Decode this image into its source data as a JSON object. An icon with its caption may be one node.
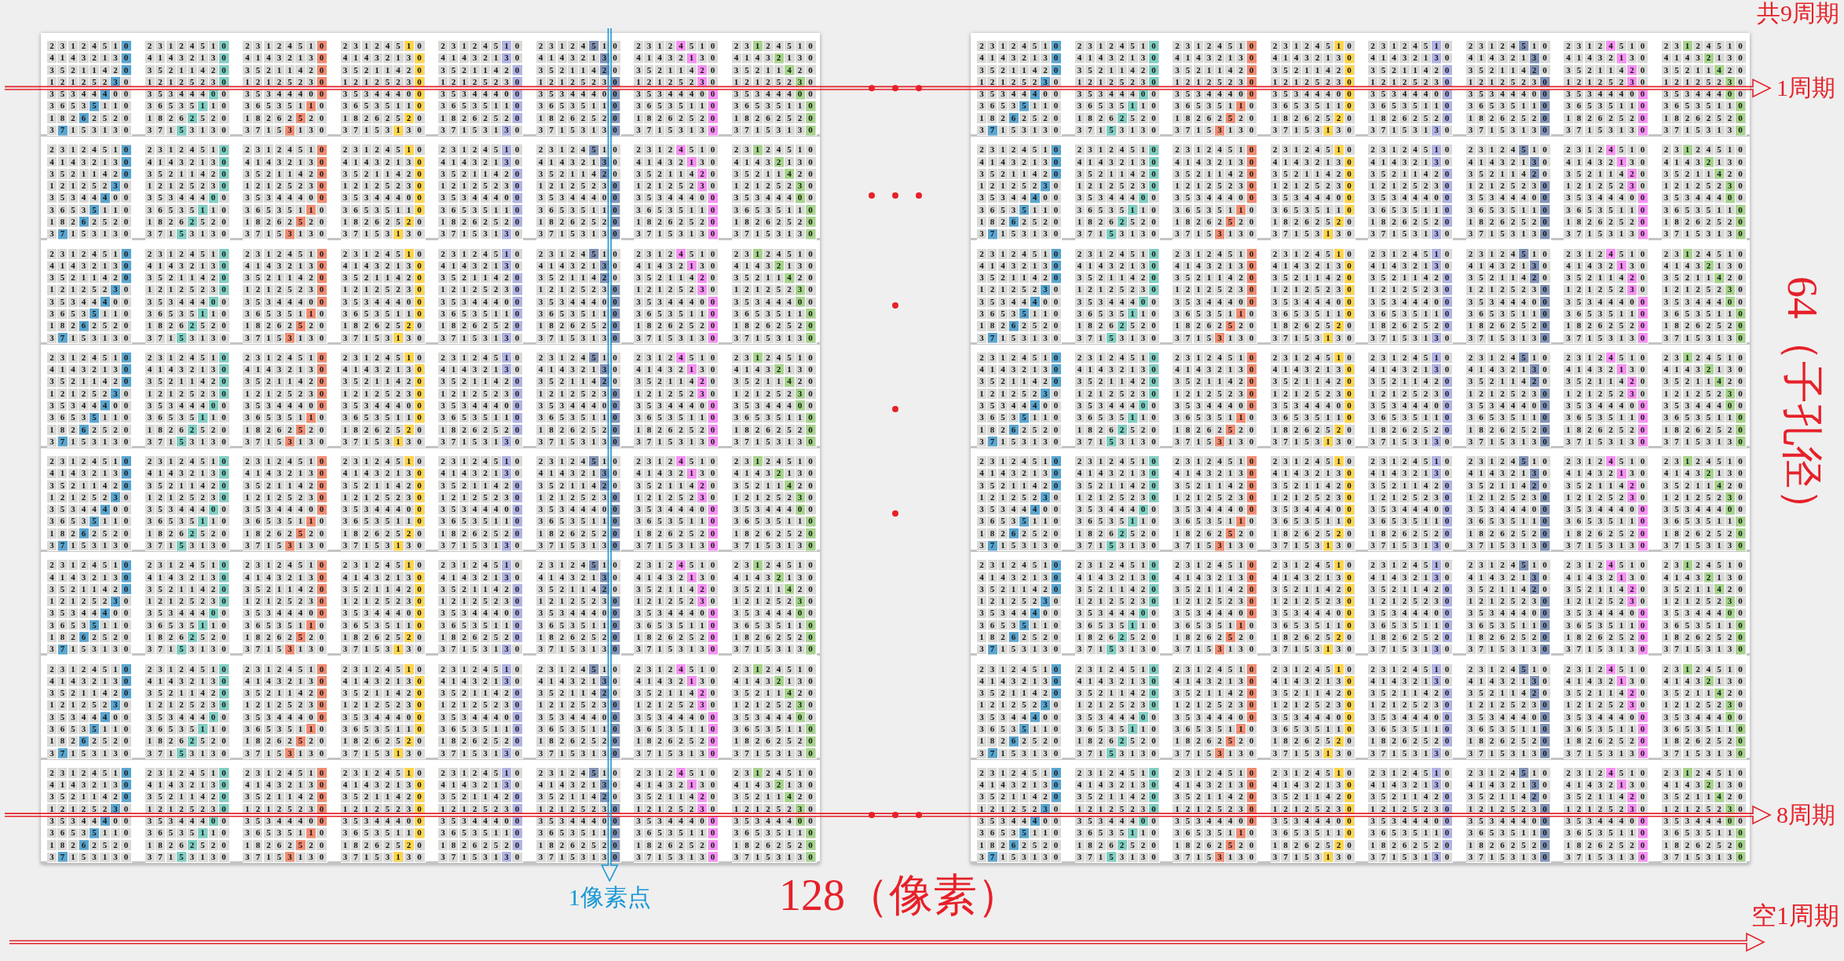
{
  "diagram": {
    "labels": [
      "共9周期",
      "2 3 1 2 4 5 1 0 4 1 4 3 2 1 3 0 3 5 2 1 1 4 2 0 1 2 1 2 5 2 3 0 3 5 3 4 4 4 0 0 3 6 5 3 5 1 1 0 1 8 2 6 2 5 2 0 3 7 1 5 3 1 3 0",
      "2 3 1 2 4 5 1 0 4 1 4 3 2 1 3 0 3 5 2 1 1 4 2 0 1 2 1 2 5 2 3 0 3 5 3 4 4 4 0 0 3 6 5 3 5 1 1 0 1 8 2 6 2 5 2 0 3 7 1 5 3 1 3 0",
      "2 3 1 2 4 5 1 0 4 1 4 3 2 1 3 0 3 5 2 1 1 4 2 0 1 2 1 2 5 2 3 0 3 5 3 4 4 4 0 0 3 6 5 3 5 1 1 0 1 8 2 6 2 5 2 0 3 7 1 5 3 1 3 0",
      "2 3 1 2 4 5 1 0 4 1 4 3 2 1 3 0 3 5 2 1 1 4 2 0 1 2 1 2 5 2 3 0 3 5 3 4 4 4 0 0 3 6 5 3 5 1 1 0 1 8 2 6 2 5 2 0 3 7 1 5 3 1 3 0",
      "2 3 1 2 4 5 1 0 4 1 4 3 2 1 3 0 3 5 2 1 1 4 2 0 1 2 1 2 5 2 3 0 3 5 3 4 4 4 0 0 3 6 5 3 5 1 1 0 1 8 2 6 2 5 2 0 3 7 1 5 3 1 3 0",
      "2 3 1 2 4 5 1 0 4 1 4 3 2 1 3 0 3 5 2 1 1 4 2 0 1 2 1 2 5 2 3 0 3 5 3 4 4 4 0 0 3 6 5 3 5 1 1 0 1 8 2 6 2 5 2 0 3 7 1 5 3 1 3 0",
      "2 3 1 2 4 5 1 0 4 1 4 3 2 1 3 0 3 5 2 1 1 4 2 0 1 2 1 2 5 2 3 0 3 5 3 4 4 4 0 0 3 6 5 3 5 1 1 0 1 8 2 6 2 5 2 0 3 7 1 5 3 1 3 0",
      "2 3 1 2 4 5 1 0 4 1 4 3 2 1 3 0 3 5 2 1 1 4 2 0 1 2 1 2 5 2 3 0 3 5 3 4 4 4 0 0 3 6 5 3 5 1 1 0 1 8 2 6 2 5 2 0 3 7 1 5 3 1 3 0",
      "2 3 1 2 4 5 1 0 4 1 4 3 2 1 3 0 3 5 2 1 1 4 2 0 1 2 1 2 5 2 3 0 3 5 3 4 4 4 0 0 3 6 5 3 5 1 1 0 1 8 2 6 2 5 2 0 3 7 1 5 3 1 3 0",
      "2 3 1 2 4 5 1 0 4 1 4 3 2 1 3 0 3 5 2 1 1 4 2 0 1 2 1 2 5 2 3 0 3 5 3 4 4 4 0 0 3 6 5 3 5 1 1 0 1 8 2 6 2 5 2 0 3 7 1 5 3 1 3 0",
      "2 3 1 2 4 5 1 0 4 1 4 3 2 1 3 0 3 5 2 1 1 4 2 0 1 2 1 2 5 2 3 0 3 5 3 4 4 4 0 0 3 6 5 3 5 1 1 0 1 8 2 6 2 5 2 0 3 7 1 5 3 1 3 0",
      "2 3 1 2 4 5 1 0 4 1 4 3 2 1 3 0 3 5 2 1 1 4 2 0 1 2 1 2 5 2 3 0 3 5 3 4 4 4 0 0 3 6 5 3 5 1 1 0 1 8 2 6 2 5 2 0 3 7 1 5 3 1 3 0",
      "2 3 1 2 4 5 1 0 4 1 4 3 2 1 3 0 3 5 2 1 1 4 2 0 1 2 1 2 5 2 3 0 3 5 3 4 4 4 0 0 3 6 5 3 5 1 1 0 1 8 2 6 2 5 2 0 3 7 1 5 3 1 3 0",
      "2 3 1 2 4 5 1 0 4 1 4 3 2 1 3 0 3 5 2 1 1 4 2 0 1 2 1 2 5 2 3 0 3 5 3 4 4 4 0 0 3 6 5 3 5 1 1 0 1 8 2 6 2 5 2 0 3 7 1 5 3 1 3 0",
      "2 3 1 2 4 5 1 0 4 1 4 3 2 1 3 0 3 5 2 1 1 4 2 0 1 2 1 2 5 2 3 0 3 5 3 4 4 4 0 0 3 6 5 3 5 1 1 0 1 8 2 6 2 5 2 0 3 7 1 5 3 1 3 0",
      "2 3 1 2 4 5 1 0 4 1 4 3 2 1 3 0 3 5 2 1 1 4 2 0 1 2 1 2 5 2 3 0 3 5 3 4 4 4 0 0 3 6 5 3 5 1 1 0 1 8 2 6 2 5 2 0 3 7 1 5 3 1 3 0",
      "2 3 1 2 4 5 1 0 4 1 4 3 2 1 3 0 3 5 2 1 1 4 2 0 1 2 1 2 5 2 3 0 3 5 3 4 4 4 0 0 3 6 5 3 5 1 1 0 1 8 2 6 2 5 2 0 3 7 1 5 3 1 3 0",
      "2 3 1 2 4 5 1 0 4 1 4 3 2 1 3 0 3 5 2 1 1 4 2 0 1 2 1 2 5 2 3 0 3 5 3 4 4 4 0 0 3 6 5 3 5 1 1 0 1 8 2 6 2 5 2 0 3 7 1 5 3 1 3 0",
      "2 3 1 2 4 5 1 0 4 1 4 3 2 1 3 0 3 5 2 1 1 4 2 0 1 2 1 2 5 2 3 0 3 5 3 4 4 4 0 0 3 6 5 3 5 1 1 0 1 8 2 6 2 5 2 0 3 7 1 5 3 1 3 0",
      "2 3 1 2 4 5 1 0 4 1 4 3 2 1 3 0 3 5 2 1 1 4 2 0 1 2 1 2 5 2 3 0 3 5 3 4 4 4 0 0 3 6 5 3 5 1 1 0 1 8 2 6 2 5 2 0 3 7 1 5 3 1 3 0",
      "2 3 1 2 4 5 1 0 4 1 4 3 2 1 3 0 3 5 2 1 1 4 2 0 1 2 1 2 5 2 3 0 3 5 3 4 4 4 0 0 3 6 5 3 5 1 1 0 1 8 2 6 2 5 2 0 3 7 1 5 3 1 3 0",
      "2 3 1 2 4 5 1 0 4 1 4 3 2 1 3 0 3 5 2 1 1 4 2 0 1 2 1 2 5 2 3 0 3 5 3 4 4 4 0 0 3 6 5 3 5 1 1 0 1 8 2 6 2 5 2 0 3 7 1 5 3 1 3 0",
      "2 3 1 2 4 5 1 0 4 1 4 3 2 1 3 0 3 5 2 1 1 4 2 0 1 2 1 2 5 2 3 0 3 5 3 4 4 4 0 0 3 6 5 3 5 1 1 0 1 8 2 6 2 5 2 0 3 7 1 5 3 1 3 0",
      "2 3 1 2 4 5 1 0 4 1 4 3 2 1 3 0 3 5 2 1 1 4 2 0 1 2 1 2 5 2 3 0 3 5 3 4 4 4 0 0 3 6 5 3 5 1 1 0 1 8 2 6 2 5 2 0 3 7 1 5 3 1 3 0",
      "2 3 1 2 4 5 1 0 4 1 4 3 2 1 3 0 3 5 2 1 1 4 2 0 1 2 1 2 5 2 3 0 3 5 3 4 4 4 0 0 3 6 5 3 5 1 1 0 1 8 2 6 2 5 2 0 3 7 1 5 3 1 3 0",
      "2 3 1 2 4 5 1 0 4 1 4 3 2 1 3 0 3 5 2 1 1 4 2 0 1 2 1 2 5 2 3 0 3 5 3 4 4 4 0 0 3 6 5 3 5 1 1 0 1 8 2 6 2 5 2 0 3 7 1 5 3 1 3 0",
      "2 3 1 2 4 5 1 0 4 1 4 3 2 1 3 0 3 5 2 1 1 4 2 0 1 2 1 2 5 2 3 0 3 5 3 4 4 4 0 0 3 6 5 3 5 1 1 0 1 8 2 6 2 5 2 0 3 7 1 5 3 1 3 0",
      "2 3 1 2 4 5 1 0 4 1 4 3 2 1 3 0 3 5 2 1 1 4 2 0 1 2 1 2 5 2 3 0 3 5 3 4 4 4 0 0 3 6 5 3 5 1 1 0 1 8 2 6 2 5 2 0 3 7 1 5 3 1 3 0",
      "2 3 1 2 4 5 1 0 4 1 4 3 2 1 3 0 3 5 2 1 1 4 2 0 1 2 1 2 5 2 3 0 3 5 3 4 4 4 0 0 3 6 5 3 5 1 1 0 1 8 2 6 2 5 2 0 3 7 1 5 3 1 3 0",
      "2 3 1 2 4 5 1 0 4 1 4 3 2 1 3 0 3 5 2 1 1 4 2 0 1 2 1 2 5 2 3 0 3 5 3 4 4 4 0 0 3 6 5 3 5 1 1 0 1 8 2 6 2 5 2 0 3 7 1 5 3 1 3 0",
      "2 3 1 2 4 5 1 0 4 1 4 3 2 1 3 0 3 5 2 1 1 4 2 0 1 2 1 2 5 2 3 0 3 5 3 4 4 4 0 0 3 6 5 3 5 1 1 0 1 8 2 6 2 5 2 0 3 7 1 5 3 1 3 0",
      "2 3 1 2 4 5 1 0 4 1 4 3 2 1 3 0 3 5 2 1 1 4 2 0 1 2 1 2 5 2 3 0 3 5 3 4 4 4 0 0 3 6 5 3 5 1 1 0 1 8 2 6 2 5 2 0 3 7 1 5 3 1 3 0",
      "2 3 1 2 4 5 1 0 4 1 4 3 2 1 3 0 3 5 2 1 1 4 2 0 1 2 1 2 5 2 3 0 3 5 3 4 4 4 0 0 3 6 5 3 5 1 1 0 1 8 2 6 2 5 2 0 3 7 1 5 3 1 3 0",
      "2 3 1 2 4 5 1 0 4 1 4 3 2 1 3 0 3 5 2 1 1 4 2 0 1 2 1 2 5 2 3 0 3 5 3 4 4 4 0 0 3 6 5 3 5 1 1 0 1 8 2 6 2 5 2 0 3 7 1 5 3 1 3 0",
      "2 3 1 2 4 5 1 0 4 1 4 3 2 1 3 0 3 5 2 1 1 4 2 0 1 2 1 2 5 2 3 0 3 5 3 4 4 4 0 0 3 6 5 3 5 1 1 0 1 8 2 6 2 5 2 0 3 7 1 5 3 1 3 0",
      "2 3 1 2 4 5 1 0 4 1 4 3 2 1 3 0 3 5 2 1 1 4 2 0 1 2 1 2 5 2 3 0 3 5 3 4 4 4 0 0 3 6 5 3 5 1 1 0 1 8 2 6 2 5 2 0 3 7 1 5 3 1 3 0",
      "2 3 1 2 4 5 1 0 4 1 4 3 2 1 3 0 3 5 2 1 1 4 2 0 1 2 1 2 5 2 3 0 3 5 3 4 4 4 0 0 3 6 5 3 5 1 1 0 1 8 2 6 2 5 2 0 3 7 1 5 3 1 3 0",
      "2 3 1 2 4 5 1 0 4 1 4 3 2 1 3 0 3 5 2 1 1 4 2 0 1 2 1 2 5 2 3 0 3 5 3 4 4 4 0 0 3 6 5 3 5 1 1 0 1 8 2 6 2 5 2 0 3 7 1 5 3 1 3 0",
      "2 3 1 2 4 5 1 0 4 1 4 3 2 1 3 0 3 5 2 1 1 4 2 0 1 2 1 2 5 2 3 0 3 5 3 4 4 4 0 0 3 6 5 3 5 1 1 0 1 8 2 6 2 5 2 0 3 7 1 5 3 1 3 0",
      "2 3 1 2 4 5 1 0 4 1 4 3 2 1 3 0 3 5 2 1 1 4 2 0 1 2 1 2 5 2 3 0 3 5 3 4 4 4 0 0 3 6 5 3 5 1 1 0 1 8 2 6 2 5 2 0 3 7 1 5 3 1 3 0",
      "2 3 1 2 4 5 1 0 4 1 4 3 2 1 3 0 3 5 2 1 1 4 2 0 1 2 1 2 5 2 3 0 3 5 3 4 4 4 0 0 3 6 5 3 5 1 1 0 1 8 2 6 2 5 2 0 3 7 1 5 3 1 3 0",
      "2 3 1 2 4 5 1 0 4 1 4 3 2 1 3 0 3 5 2 1 1 4 2 0 1 2 1 2 5 2 3 0 3 5 3 4 4 4 0 0 3 6 5 3 5 1 1 0 1 8 2 6 2 5 2 0 3 7 1 5 3 1 3 0",
      "2 3 1 2 4 5 1 0 4 1 4 3 2 1 3 0 3 5 2 1 1 4 2 0 1 2 1 2 5 2 3 0 3 5 3 4 4 4 0 0 3 6 5 3 5 1 1 0 1 8 2 6 2 5 2 0 3 7 1 5 3 1 3 0",
      "2 3 1 2 4 5 1 0 4 1 4 3 2 1 3 0 3 5 2 1 1 4 2 0 1 2 1 2 5 2 3 0 3 5 3 4 4 4 0 0 3 6 5 3 5 1 1 0 1 8 2 6 2 5 2 0 3 7 1 5 3 1 3 0",
      "2 3 1 2 4 5 1 0 4 1 4 3 2 1 3 0 3 5 2 1 1 4 2 0 1 2 1 2 5 2 3 0 3 5 3 4 4 4 0 0 3 6 5 3 5 1 1 0 1 8 2 6 2 5 2 0 3 7 1 5 3 1 3 0",
      "2 3 1 2 4 5 1 0 4 1 4 3 2 1 3 0 3 5 2 1 1 4 2 0 1 2 1 2 5 2 3 0 3 5 3 4 4 4 0 0 3 6 5 3 5 1 1 0 1 8 2 6 2 5 2 0 3 7 1 5 3 1 3 0",
      "2 3 1 2 4 5 1 0 4 1 4 3 2 1 3 0 3 5 2 1 1 4 2 0 1 2 1 2 5 2 3 0 3 5 3 4 4 4 0 0 3 6 5 3 5 1 1 0 1 8 2 6 2 5 2 0 3 7 1 5 3 1 3 0",
      "2 3 1 2 4 5 1 0 4 1 4 3 2 1 3 0 3 5 2 1 1 4 2 0 1 2 1 2 5 2 3 0 3 5 3 4 4 4 0 0 3 6 5 3 5 1 1 0 1 8 2 6 2 5 2 0 3 7 1 5 3 1 3 0",
      "2 3 1 2 4 5 1 0 4 1 4 3 2 1 3 0 3 5 2 1 1 4 2 0 1 2 1 2 5 2 3 0 3 5 3 4 4 4 0 0 3 6 5 3 5 1 1 0 1 8 2 6 2 5 2 0 3 7 1 5 3 1 3 0",
      "2 3 1 2 4 5 1 0 4 1 4 3 2 1 3 0 3 5 2 1 1 4 2 0 1 2 1 2 5 2 3 0 3 5 3 4 4 4 0 0 3 6 5 3 5 1 1 0 1 8 2 6 2 5 2 0 3 7 1 5 3 1 3 0",
      "2 3 1 2 4 5 1 0 4 1 4 3 2 1 3 0 3 5 2 1 1 4 2 0 1 2 1 2 5 2 3 0 3 5 3 4 4 4 0 0 3 6 5 3 5 1 1 0 1 8 2 6 2 5 2 0 3 7 1 5 3 1 3 0",
      "2 3 1 2 4 5 1 0 4 1 4 3 2 1 3 0 3 5 2 1 1 4 2 0 1 2 1 2 5 2 3 0 3 5 3 4 4 4 0 0 3 6 5 3 5 1 1 0 1 8 2 6 2 5 2 0 3 7 1 5 3 1 3 0",
      "2 3 1 2 4 5 1 0 4 1 4 3 2 1 3 0 3 5 2 1 1 4 2 0 1 2 1 2 5 2 3 0 3 5 3 4 4 4 0 0 3 6 5 3 5 1 1 0 1 8 2 6 2 5 2 0 3 7 1 5 3 1 3 0",
      "2 3 1 2 4 5 1 0 4 1 4 3 2 1 3 0 3 5 2 1 1 4 2 0 1 2 1 2 5 2 3 0 3 5 3 4 4 4 0 0 3 6 5 3 5 1 1 0 1 8 2 6 2 5 2 0 3 7 1 5 3 1 3 0",
      "2 3 1 2 4 5 1 0 4 1 4 3 2 1 3 0 3 5 2 1 1 4 2 0 1 2 1 2 5 2 3 0 3 5 3 4 4 4 0 0 3 6 5 3 5 1 1 0 1 8 2 6 2 5 2 0 3 7 1 5 3 1 3 0",
      "2 3 1 2 4 5 1 0 4 1 4 3 2 1 3 0 3 5 2 1 1 4 2 0 1 2 1 2 5 2 3 0 3 5 3 4 4 4 0 0 3 6 5 3 5 1 1 0 1 8 2 6 2 5 2 0 3 7 1 5 3 1 3 0",
      "2 3 1 2 4 5 1 0 4 1 4 3 2 1 3 0 3 5 2 1 1 4 2 0 1 2 1 2 5 2 3 0 3 5 3 4 4 4 0 0 3 6 5 3 5 1 1 0 1 8 2 6 2 5 2 0 3 7 1 5 3 1 3 0",
      "2 3 1 2 4 5 1 0 4 1 4 3 2 1 3 0 3 5 2 1 1 4 2 0 1 2 1 2 5 2 3 0 3 5 3 4 4 4 0 0 3 6 5 3 5 1 1 0 1 8 2 6 2 5 2 0 3 7 1 5 3 1 3 0",
      "2 3 1 2 4 5 1 0 4 1 4 3 2 1 3 0 3 5 2 1 1 4 2 0 1 2 1 2 5 2 3 0 3 5 3 4 4 4 0 0 3 6 5 3 5 1 1 0 1 8 2 6 2 5 2 0 3 7 1 5 3 1 3 0",
      "2 3 1 2 4 5 1 0 4 1 4 3 2 1 3 0 3 5 2 1 1 4 2 0 1 2 1 2 5 2 3 0 3 5 3 4 4 4 0 0 3 6 5 3 5 1 1 0 1 8 2 6 2 5 2 0 3 7 1 5 3 1 3 0",
      "2 3 1 2 4 5 1 0 4 1 4 3 2 1 3 0 3 5 2 1 1 4 2 0 1 2 1 2 5 2 3 0 3 5 3 4 4 4 0 0 3 6 5 3 5 1 1 0 1 8 2 6 2 5 2 0 3 7 1 5 3 1 3 0",
      "2 3 1 2 4 5 1 0 4 1 4 3 2 1 3 0 3 5 2 1 1 4 2 0 1 2 1 2 5 2 3 0 3 5 3 4 4 4 0 0 3 6 5 3 5 1 1 0 1 8 2 6 2 5 2 0 3 7 1 5 3 1 3 0",
      "2 3 1 2 4 5 1 0 4 1 4 3 2 1 3 0 3 5 2 1 1 4 2 0 1 2 1 2 5 2 3 0 3 5 3 4 4 4 0 0 3 6 5 3 5 1 1 0 1 8 2 6 2 5 2 0 3 7 1 5 3 1 3 0",
      "2 3 1 2 4 5 1 0 4 1 4 3 2 1 3 0 3 5 2 1 1 4 2 0 1 2 1 2 5 2 3 0 3 5 3 4 4 4 0 0 3 6 5 3 5 1 1 0 1 8 2 6 2 5 2 0 3 7 1 5 3 1 3 0",
      "2 3 1 2 4 5 1 0 4 1 4 3 2 1 3 0 3 5 2 1 1 4 2 0 1 2 1 2 5 2 3 0 3 5 3 4 4 4 0 0 3 6 5 3 5 1 1 0 1 8 2 6 2 5 2 0 3 7 1 5 3 1 3 0",
      "2 3 1 2 4 5 1 0 4 1 4 3 2 1 3 0 3 5 2 1 1 4 2 0 1 2 1 2 5 2 3 0 3 5 3 4 4 4 0 0 3 6 5 3 5 1 1 0 1 8 2 6 2 5 2 0 3 7 1 5 3 1 3 0",
      "2 3 1 2 4 5 1 0 4 1 4 3 2 1 3 0 3 5 2 1 1 4 2 0 1 2 1 2 5 2 3 0 3 5 3 4 4 4 0 0 3 6 5 3 5 1 1 0 1 8 2 6 2 5 2 0 3 7 1 5 3 1 3 0",
      "2 3 1 2 4 5 1 0 4 1 4 3 2 1 3 0 3 5 2 1 1 4 2 0 1 2 1 2 5 2 3 0 3 5 3 4 4 4 0 0 3 6 5 3 5 1 1 0 1 8 2 6 2 5 2 0 3 7 1 5 3 1 3 0",
      "2 3 1 2 4 5 1 0 4 1 4 3 2 1 3 0 3 5 2 1 1 4 2 0 1 2 1 2 5 2 3 0 3 5 3 4 4 4 0 0 3 6 5 3 5 1 1 0 1 8 2 6 2 5 2 0 3 7 1 5 3 1 3 0",
      "2 3 1 2 4 5 1 0 4 1 4 3 2 1 3 0 3 5 2 1 1 4 2 0 1 2 1 2 5 2 3 0 3 5 3 4 4 4 0 0 3 6 5 3 5 1 1 0 1 8 2 6 2 5 2 0 3 7 1 5 3 1 3 0",
      "2 3 1 2 4 5 1 0 4 1 4 3 2 1 3 0 3 5 2 1 1 4 2 0 1 2 1 2 5 2 3 0 3 5 3 4 4 4 0 0 3 6 5 3 5 1 1 0 1 8 2 6 2 5 2 0 3 7 1 5 3 1 3 0",
      "2 3 1 2 4 5 1 0 4 1 4 3 2 1 3 0 3 5 2 1 1 4 2 0 1 2 1 2 5 2 3 0 3 5 3 4 4 4 0 0 3 6 5 3 5 1 1 0 1 8 2 6 2 5 2 0 3 7 1 5 3 1 3 0",
      "2 3 1 2 4 5 1 0 4 1 4 3 2 1 3 0 3 5 2 1 1 4 2 0 1 2 1 2 5 2 3 0 3 5 3 4 4 4 0 0 3 6 5 3 5 1 1 0 1 8 2 6 2 5 2 0 3 7 1 5 3 1 3 0",
      "2 3 1 2 4 5 1 0 4 1 4 3 2 1 3 0 3 5 2 1 1 4 2 0 1 2 1 2 5 2 3 0 3 5 3 4 4 4 0 0 3 6 5 3 5 1 1 0 1 8 2 6 2 5 2 0 3 7 1 5 3 1 3 0",
      "2 3 1 2 4 5 1 0 4 1 4 3 2 1 3 0 3 5 2 1 1 4 2 0 1 2 1 2 5 2 3 0 3 5 3 4 4 4 0 0 3 6 5 3 5 1 1 0 1 8 2 6 2 5 2 0 3 7 1 5 3 1 3 0",
      "2 3 1 2 4 5 1 0 4 1 4 3 2 1 3 0 3 5 2 1 1 4 2 0 1 2 1 2 5 2 3 0 3 5 3 4 4 4 0 0 3 6 5 3 5 1 1 0 1 8 2 6 2 5 2 0 3 7 1 5 3 1 3 0",
      "2 3 1 2 4 5 1 0 4 1 4 3 2 1 3 0 3 5 2 1 1 4 2 0 1 2 1 2 5 2 3 0 3 5 3 4 4 4 0 0 3 6 5 3 5 1 1 0 1 8 2 6 2 5 2 0 3 7 1 5 3 1 3 0",
      "2 3 1 2 4 5 1 0 4 1 4 3 2 1 3 0 3 5 2 1 1 4 2 0 1 2 1 2 5 2 3 0 3 5 3 4 4 4 0 0 3 6 5 3 5 1 1 0 1 8 2 6 2 5 2 0 3 7 1 5 3 1 3 0",
      "2 3 1 2 4 5 1 0 4 1 4 3 2 1 3 0 3 5 2 1 1 4 2 0 1 2 1 2 5 2 3 0 3 5 3 4 4 4 0 0 3 6 5 3 5 1 1 0 1 8 2 6 2 5 2 0 3 7 1 5 3 1 3 0",
      "2 3 1 2 4 5 1 0 4 1 4 3 2 1 3 0 3 5 2 1 1 4 2 0 1 2 1 2 5 2 3 0 3 5 3 4 4 4 0 0 3 6 5 3 5 1 1 0 1 8 2 6 2 5 2 0 3 7 1 5 3 1 3 0",
      "2 3 1 2 4 5 1 0 4 1 4 3 2 1 3 0 3 5 2 1 1 4 2 0 1 2 1 2 5 2 3 0 3 5 3 4 4 4 0 0 3 6 5 3 5 1 1 0 1 8 2 6 2 5 2 0 3 7 1 5 3 1 3 0",
      "2 3 1 2 4 5 1 0 4 1 4 3 2 1 3 0 3 5 2 1 1 4 2 0 1 2 1 2 5 2 3 0 3 5 3 4 4 4 0 0 3 6 5 3 5 1 1 0 1 8 2 6 2 5 2 0 3 7 1 5 3 1 3 0",
      "2 3 1 2 4 5 1 0 4 1 4 3 2 1 3 0 3 5 2 1 1 4 2 0 1 2 1 2 5 2 3 0 3 5 3 4 4 4 0 0 3 6 5 3 5 1 1 0 1 8 2 6 2 5 2 0 3 7 1 5 3 1 3 0",
      "2 3 1 2 4 5 1 0 4 1 4 3 2 1 3 0 3 5 2 1 1 4 2 0 1 2 1 2 5 2 3 0 3 5 3 4 4 4 0 0 3 6 5 3 5 1 1 0 1 8 2 6 2 5 2 0 3 7 1 5 3 1 3 0",
      "2 3 1 2 4 5 1 0 4 1 4 3 2 1 3 0 3 5 2 1 1 4 2 0 1 2 1 2 5 2 3 0 3 5 3 4 4 4 0 0 3 6 5 3 5 1 1 0 1 8 2 6 2 5 2 0 3 7 1 5 3 1 3 0",
      "2 3 1 2 4 5 1 0 4 1 4 3 2 1 3 0 3 5 2 1 1 4 2 0 1 2 1 2 5 2 3 0 3 5 3 4 4 4 0 0 3 6 5 3 5 1 1 0 1 8 2 6 2 5 2 0 3 7 1 5 3 1 3 0",
      "2 3 1 2 4 5 1 0 4 1 4 3 2 1 3 0 3 5 2 1 1 4 2 0 1 2 1 2 5 2 3 0 3 5 3 4 4 4 0 0 3 6 5 3 5 1 1 0 1 8 2 6 2 5 2 0 3 7 1 5 3 1 3 0",
      "2 3 1 2 4 5 1 0 4 1 4 3 2 1 3 0 3 5 2 1 1 4 2 0 1 2 1 2 5 2 3 0 3 5 3 4 4 4 0 0 3 6 5 3 5 1 1 0 1 8 2 6 2 5 2 0 3 7 1 5 3 1 3 0",
      "2 3 1 2 4 5 1 0 4 1 4 3 2 1 3 0 3 5 2 1 1 4 2 0 1 2 1 2 5 2 3 0 3 5 3 4 4 4 0 0 3 6 5 3 5 1 1 0 1 8 2 6 2 5 2 0 3 7 1 5 3 1 3 0",
      "2 3 1 2 4 5 1 0 4 1 4 3 2 1 3 0 3 5 2 1 1 4 2 0 1 2 1 2 5 2 3 0 3 5 3 4 4 4 0 0 3 6 5 3 5 1 1 0 1 8 2 6 2 5 2 0 3 7 1 5 3 1 3 0",
      "2 3 1 2 4 5 1 0 4 1 4 3 2 1 3 0 3 5 2 1 1 4 2 0 1 2 1 2 5 2 3 0 3 5 3 4 4 4 0 0 3 6 5 3 5 1 1 0 1 8 2 6 2 5 2 0 3 7 1 5 3 1 3 0",
      "2 3 1 2 4 5 1 0 4 1 4 3 2 1 3 0 3 5 2 1 1 4 2 0 1 2 1 2 5 2 3 0 3 5 3 4 4 4 0 0 3 6 5 3 5 1 1 0 1 8 2 6 2 5 2 0 3 7 1 5 3 1 3 0",
      "2 3 1 2 4 5 1 0 4 1 4 3 2 1 3 0 3 5 2 1 1 4 2 0 1 2 1 2 5 2 3 0 3 5 3 4 4 4 0 0 3 6 5 3 5 1 1 0 1 8 2 6 2 5 2 0 3 7 1 5 3 1 3 0",
      "2 3 1 2 4 5 1 0 4 1 4 3 2 1 3 0 3 5 2 1 1 4 2 0 1 2 1 2 5 2 3 0 3 5 3 4 4 4 0 0 3 6 5 3 5 1 1 0 1 8 2 6 2 5 2 0 3 7 1 5 3 1 3 0",
      "2 3 1 2 4 5 1 0 4 1 4 3 2 1 3 0 3 5 2 1 1 4 2 0 1 2 1 2 5 2 3 0 3 5 3 4 4 4 0 0 3 6 5 3 5 1 1 0 1 8 2 6 2 5 2 0 3 7 1 5 3 1 3 0",
      "2 3 1 2 4 5 1 0 4 1 4 3 2 1 3 0 3 5 2 1 1 4 2 0 1 2 1 2 5 2 3 0 3 5 3 4 4 4 0 0 3 6 5 3 5 1 1 0 1 8 2 6 2 5 2 0 3 7 1 5 3 1 3 0",
      "2 3 1 2 4 5 1 0 4 1 4 3 2 1 3 0 3 5 2 1 1 4 2 0 1 2 1 2 5 2 3 0 3 5 3 4 4 4 0 0 3 6 5 3 5 1 1 0 1 8 2 6 2 5 2 0 3 7 1 5 3 1 3 0",
      "2 3 1 2 4 5 1 0 4 1 4 3 2 1 3 0 3 5 2 1 1 4 2 0 1 2 1 2 5 2 3 0 3 5 3 4 4 4 0 0 3 6 5 3 5 1 1 0 1 8 2 6 2 5 2 0 3 7 1 5 3 1 3 0",
      "2 3 1 2 4 5 1 0 4 1 4 3 2 1 3 0 3 5 2 1 1 4 2 0 1 2 1 2 5 2 3 0 3 5 3 4 4 4 0 0 3 6 5 3 5 1 1 0 1 8 2 6 2 5 2 0 3 7 1 5 3 1 3 0",
      "2 3 1 2 4 5 1 0 4 1 4 3 2 1 3 0 3 5 2 1 1 4 2 0 1 2 1 2 5 2 3 0 3 5 3 4 4 4 0 0 3 6 5 3 5 1 1 0 1 8 2 6 2 5 2 0 3 7 1 5 3 1 3 0",
      "2 3 1 2 4 5 1 0 4 1 4 3 2 1 3 0 3 5 2 1 1 4 2 0 1 2 1 2 5 2 3 0 3 5 3 4 4 4 0 0 3 6 5 3 5 1 1 0 1 8 2 6 2 5 2 0 3 7 1 5 3 1 3 0",
      "2 3 1 2 4 5 1 0 4 1 4 3 2 1 3 0 3 5 2 1 1 4 2 0 1 2 1 2 5 2 3 0 3 5 3 4 4 4 0 0 3 6 5 3 5 1 1 0 1 8 2 6 2 5 2 0 3 7 1 5 3 1 3 0",
      "2 3 1 2 4 5 1 0 4 1 4 3 2 1 3 0 3 5 2 1 1 4 2 0 1 2 1 2 5 2 3 0 3 5 3 4 4 4 0 0 3 6 5 3 5 1 1 0 1 8 2 6 2 5 2 0 3 7 1 5 3 1 3 0",
      "2 3 1 2 4 5 1 0 4 1 4 3 2 1 3 0 3 5 2 1 1 4 2 0 1 2 1 2 5 2 3 0 3 5 3 4 4 4 0 0 3 6 5 3 5 1 1 0 1 8 2 6 2 5 2 0 3 7 1 5 3 1 3 0",
      "2 3 1 2 4 5 1 0 4 1 4 3 2 1 3 0 3 5 2 1 1 4 2 0 1 2 1 2 5 2 3 0 3 5 3 4 4 4 0 0 3 6 5 3 5 1 1 0 1 8 2 6 2 5 2 0 3 7 1 5 3 1 3 0",
      "2 3 1 2 4 5 1 0 4 1 4 3 2 1 3 0 3 5 2 1 1 4 2 0 1 2 1 2 5 2 3 0 3 5 3 4 4 4 0 0 3 6 5 3 5 1 1 0 1 8 2 6 2 5 2 0 3 7 1 5 3 1 3 0",
      "2 3 1 2 4 5 1 0 4 1 4 3 2 1 3 0 3 5 2 1 1 4 2 0 1 2 1 2 5 2 3 0 3 5 3 4 4 4 0 0 3 6 5 3 5 1 1 0 1 8 2 6 2 5 2 0 3 7 1 5 3 1 3 0",
      "2 3 1 2 4 5 1 0 4 1 4 3 2 1 3 0 3 5 2 1 1 4 2 0 1 2 1 2 5 2 3 0 3 5 3 4 4 4 0 0 3 6 5 3 5 1 1 0 1 8 2 6 2 5 2 0 3 7 1 5 3 1 3 0",
      "2 3 1 2 4 5 1 0 4 1 4 3 2 1 3 0 3 5 2 1 1 4 2 0 1 2 1 2 5 2 3 0 3 5 3 4 4 4 0 0 3 6 5 3 5 1 1 0 1 8 2 6 2 5 2 0 3 7 1 5 3 1 3 0",
      "2 3 1 2 4 5 1 0 4 1 4 3 2 1 3 0 3 5 2 1 1 4 2 0 1 2 1 2 5 2 3 0 3 5 3 4 4 4 0 0 3 6 5 3 5 1 1 0 1 8 2 6 2 5 2 0 3 7 1 5 3 1 3 0",
      "2 3 1 2 4 5 1 0 4 1 4 3 2 1 3 0 3 5 2 1 1 4 2 0 1 2 1 2 5 2 3 0 3 5 3 4 4 4 0 0 3 6 5 3 5 1 1 0 1 8 2 6 2 5 2 0 3 7 1 5 3 1 3 0",
      "2 3 1 2 4 5 1 0 4 1 4 3 2 1 3 0 3 5 2 1 1 4 2 0 1 2 1 2 5 2 3 0 3 5 3 4 4 4 0 0 3 6 5 3 5 1 1 0 1 8 2 6 2 5 2 0 3 7 1 5 3 1 3 0",
      "2 3 1 2 4 5 1 0 4 1 4 3 2 1 3 0 3 5 2 1 1 4 2 0 1 2 1 2 5 2 3 0 3 5 3 4 4 4 0 0 3 6 5 3 5 1 1 0 1 8 2 6 2 5 2 0 3 7 1 5 3 1 3 0",
      "2 3 1 2 4 5 1 0 4 1 4 3 2 1 3 0 3 5 2 1 1 4 2 0 1 2 1 2 5 2 3 0 3 5 3 4 4 4 0 0 3 6 5 3 5 1 1 0 1 8 2 6 2 5 2 0 3 7 1 5 3 1 3 0",
      "2 3 1 2 4 5 1 0 4 1 4 3 2 1 3 0 3 5 2 1 1 4 2 0 1 2 1 2 5 2 3 0 3 5 3 4 4 4 0 0 3 6 5 3 5 1 1 0 1 8 2 6 2 5 2 0 3 7 1 5 3 1 3 0",
      "2 3 1 2 4 5 1 0 4 1 4 3 2 1 3 0 3 5 2 1 1 4 2 0 1 2 1 2 5 2 3 0 3 5 3 4 4 4 0 0 3 6 5 3 5 1 1 0 1 8 2 6 2 5 2 0 3 7 1 5 3 1 3 0",
      "2 3 1 2 4 5 1 0 4 1 4 3 2 1 3 0 3 5 2 1 1 4 2 0 1 2 1 2 5 2 3 0 3 5 3 4 4 4 0 0 3 6 5 3 5 1 1 0 1 8 2 6 2 5 2 0 3 7 1 5 3 1 3 0",
      "2 3 1 2 4 5 1 0 4 1 4 3 2 1 3 0 3 5 2 1 1 4 2 0 1 2 1 2 5 2 3 0 3 5 3 4 4 4 0 0 3 6 5 3 5 1 1 0 1 8 2 6 2 5 2 0 3 7 1 5 3 1 3 0",
      "2 3 1 2 4 5 1 0 4 1 4 3 2 1 3 0 3 5 2 1 1 4 2 0 1 2 1 2 5 2 3 0 3 5 3 4 4 4 0 0 3 6 5 3 5 1 1 0 1 8 2 6 2 5 2 0 3 7 1 5 3 1 3 0",
      "2 3 1 2 4 5 1 0 4 1 4 3 2 1 3 0 3 5 2 1 1 4 2 0 1 2 1 2 5 2 3 0 3 5 3 4 4 4 0 0 3 6 5 3 5 1 1 0 1 8 2 6 2 5 2 0 3 7 1 5 3 1 3 0",
      "2 3 1 2 4 5 1 0 4 1 4 3 2 1 3 0 3 5 2 1 1 4 2 0 1 2 1 2 5 2 3 0 3 5 3 4 4 4 0 0 3 6 5 3 5 1 1 0 1 8 2 6 2 5 2 0 3 7 1 5 3 1 3 0",
      "2 3 1 2 4 5 1 0 4 1 4 3 2 1 3 0 3 5 2 1 1 4 2 0 1 2 1 2 5 2 3 0 3 5 3 4 4 4 0 0 3 6 5 3 5 1 1 0 1 8 2 6 2 5 2 0 3 7 1 5 3 1 3 0",
      "2 3 1 2 4 5 1 0 4 1 4 3 2 1 3 0 3 5 2 1 1 4 2 0 1 2 1 2 5 2 3 0 3 5 3 4 4 4 0 0 3 6 5 3 5 1 1 0 1 8 2 6 2 5 2 0 3 7 1 5 3 1 3 0",
      "2 3 1 2 4 5 1 0 4 1 4 3 2 1 3 0 3 5 2 1 1 4 2 0 1 2 1 2 5 2 3 0 3 5 3 4 4 4 0 0 3 6 5 3 5 1 1 0 1 8 2 6 2 5 2 0 3 7 1 5 3 1 3 0",
      "2 3 1 2 4 5 1 0 4 1 4 3 2 1 3 0 3 5 2 1 1 4 2 0 1 2 1 2 5 2 3 0 3 5 3 4 4 4 0 0 3 6 5 3 5 1 1 0 1 8 2 6 2 5 2 0 3 7 1 5 3 1 3 0",
      "2 3 1 2 4 5 1 0 4 1 4 3 2 1 3 0 3 5 2 1 1 4 2 0 1 2 1 2 5 2 3 0 3 5 3 4 4 4 0 0 3 6 5 3 5 1 1 0 1 8 2 6 2 5 2 0 3 7 1 5 3 1 3 0",
      "2 3 1 2 4 5 1 0 4 1 4 3 2 1 3 0 3 5 2 1 1 4 2 0 1 2 1 2 5 2 3 0 3 5 3 4 4 4 0 0 3 6 5 3 5 1 1 0 1 8 2 6 2 5 2 0 3 7 1 5 3 1 3 0",
      "2 3 1 2 4 5 1 0 4 1 4 3 2 1 3 0 3 5 2 1 1 4 2 0 1 2 1 2 5 2 3 0 3 5 3 4 4 4 0 0 3 6 5 3 5 1 1 0 1 8 2 6 2 5 2 0 3 7 1 5 3 1 3 0",
      "1周期",
      "64（子孔径）",
      "8周期",
      "1像素点",
      "128（像素）",
      "空1周期"
    ]
  }
}
